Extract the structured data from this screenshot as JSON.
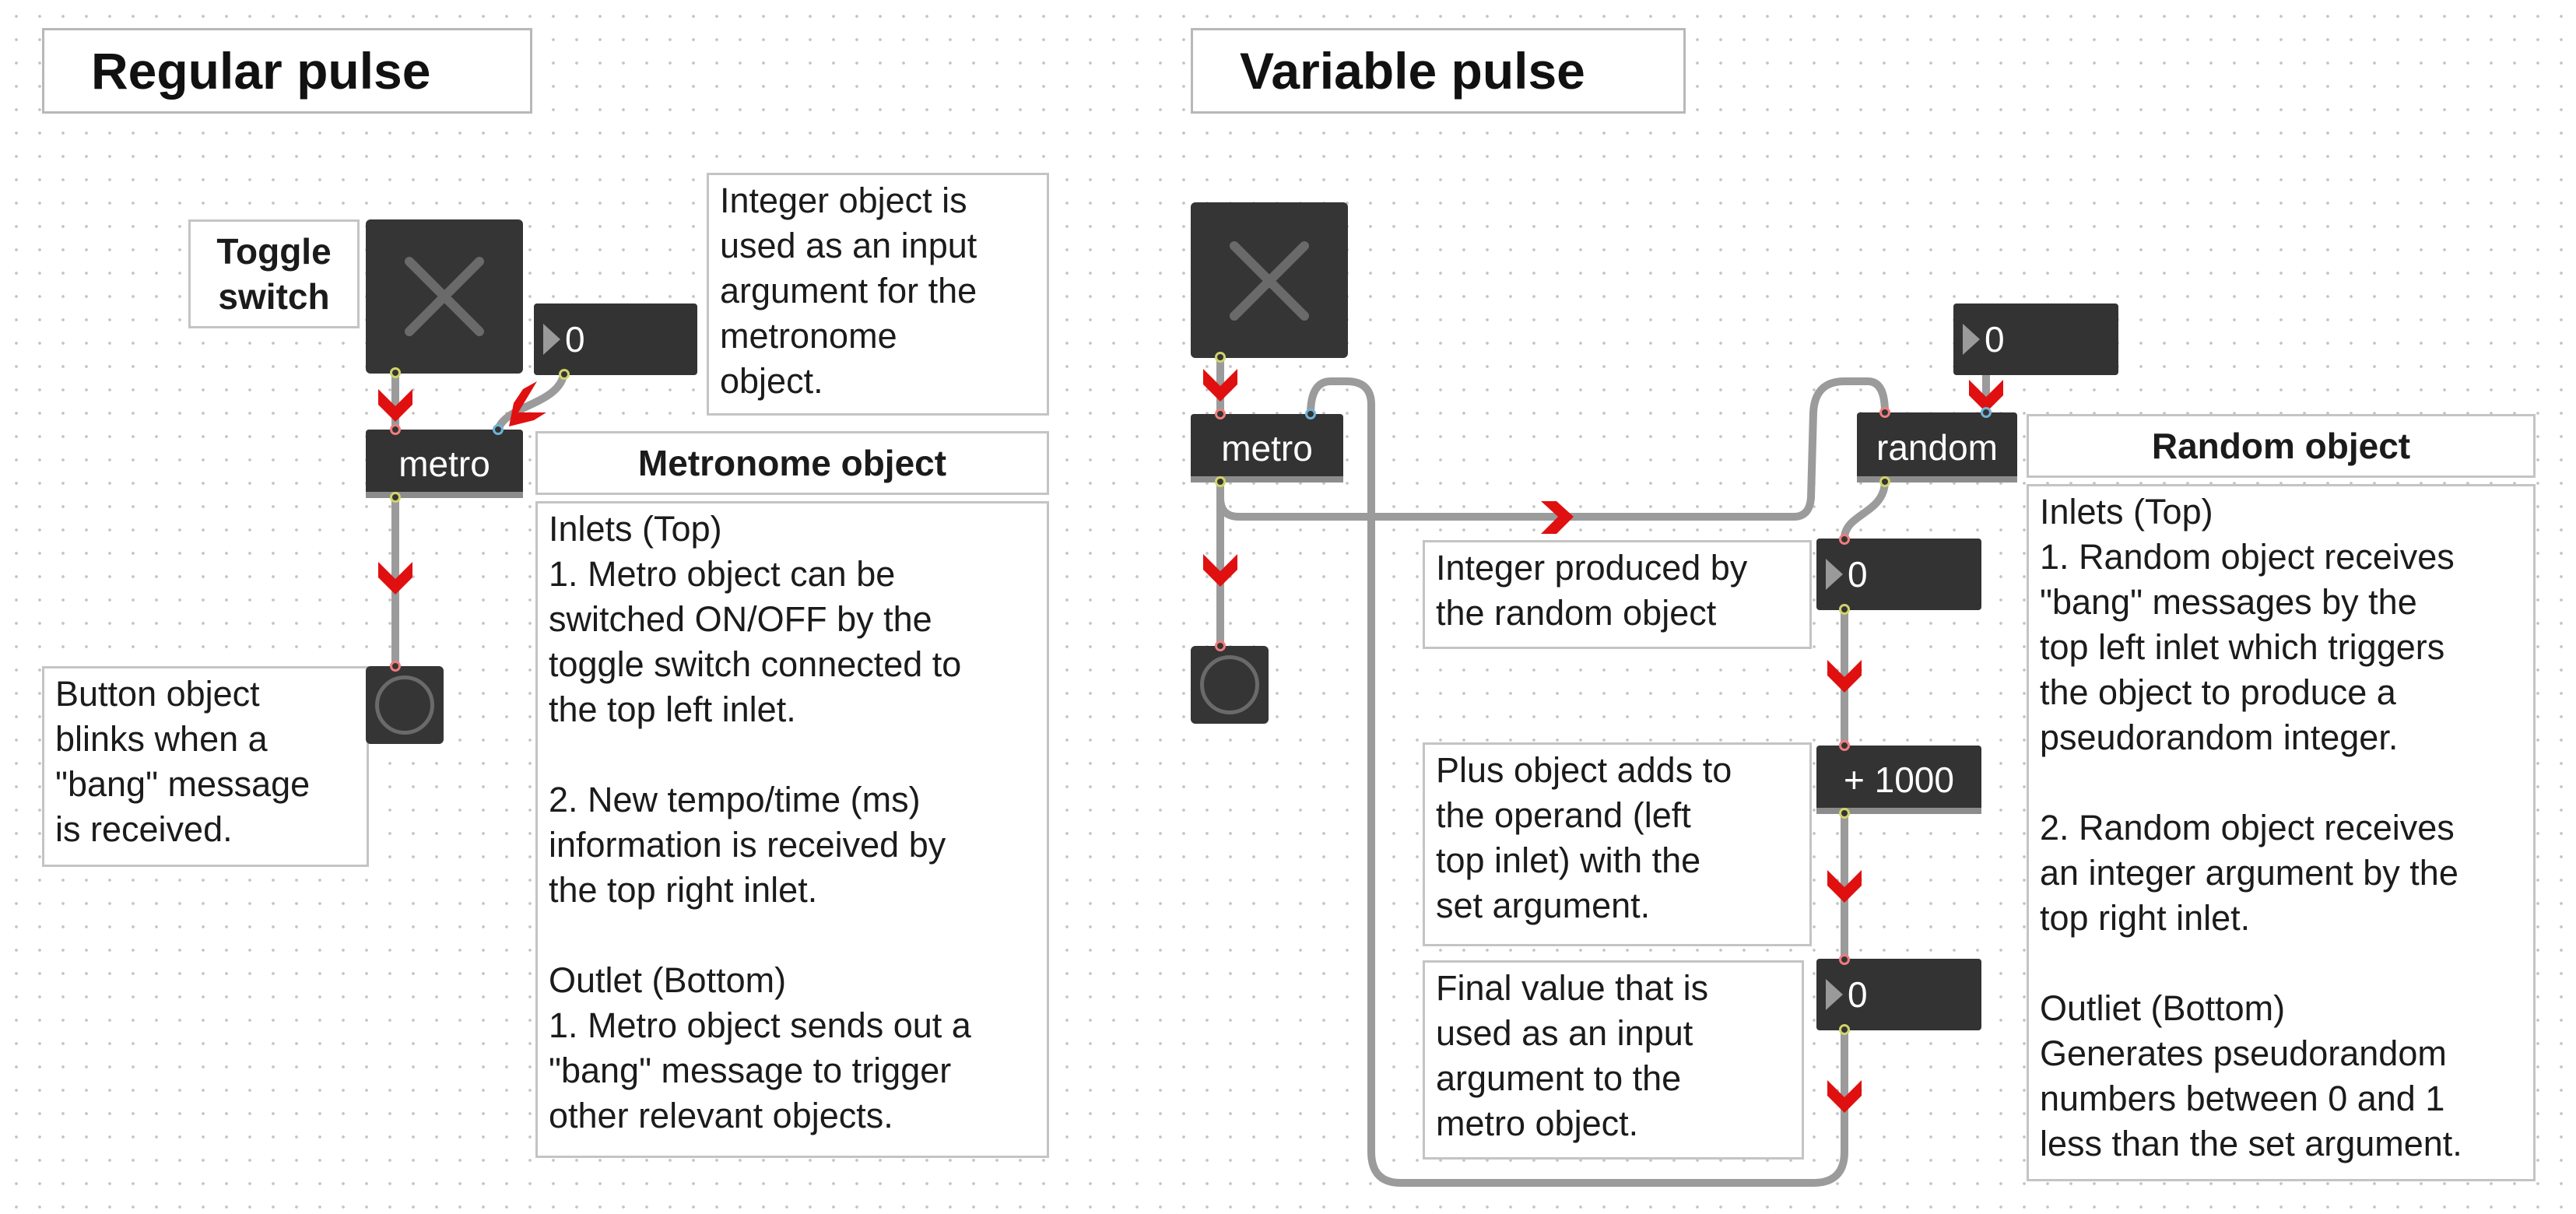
{
  "sections": {
    "regular_title": "Regular pulse",
    "variable_title": "Variable pulse"
  },
  "regular": {
    "toggle_label": "Toggle\nswitch",
    "metro_label": "metro",
    "number_value": "0",
    "integer_comment": "Integer object is\nused as an input\nargument for the\nmetronome\nobject.",
    "metronome_heading": "Metronome object",
    "metronome_comment": "Inlets (Top)\n1. Metro object can be\nswitched ON/OFF by the\ntoggle switch connected to\nthe top left inlet.\n\n2. New tempo/time (ms)\ninformation is received by\nthe top right inlet.\n\nOutlet (Bottom)\n1. Metro object sends out a\n\"bang\" message to trigger\nother relevant objects.",
    "button_comment": "Button object\nblinks when a\n\"bang\" message\nis received."
  },
  "variable": {
    "metro_label": "metro",
    "random_label": "random",
    "plus_label": "+ 1000",
    "number_top_value": "0",
    "number_random_value": "0",
    "number_final_value": "0",
    "random_heading": "Random object",
    "random_comment": "Inlets (Top)\n1. Random object receives\n\"bang\" messages by the\ntop left inlet which triggers\nthe object to produce a\npseudorandom integer.\n\n2. Random object receives\nan integer argument by the\ntop right inlet.\n\nOutliet (Bottom)\nGenerates pseudorandom\nnumbers between 0 and 1\nless than the set argument.",
    "integer_random_comment": "Integer produced by\nthe random object",
    "plus_comment": "Plus object adds to\nthe operand (left\ntop inlet) with the\nset argument.",
    "final_comment": "Final value that is\nused as an input\nargument to the\nmetro object."
  },
  "colors": {
    "object_fill": "#333333",
    "cord": "#9b9b9b",
    "arrow": "#e01010",
    "inlet": "#f07d7d",
    "right_inlet": "#6fb3d6",
    "outlet": "#d2d36a"
  },
  "icons": {
    "toggle": "x-cross-icon",
    "button": "circle-icon",
    "number": "triangle-icon",
    "flow": "chevron-arrow-icon"
  }
}
